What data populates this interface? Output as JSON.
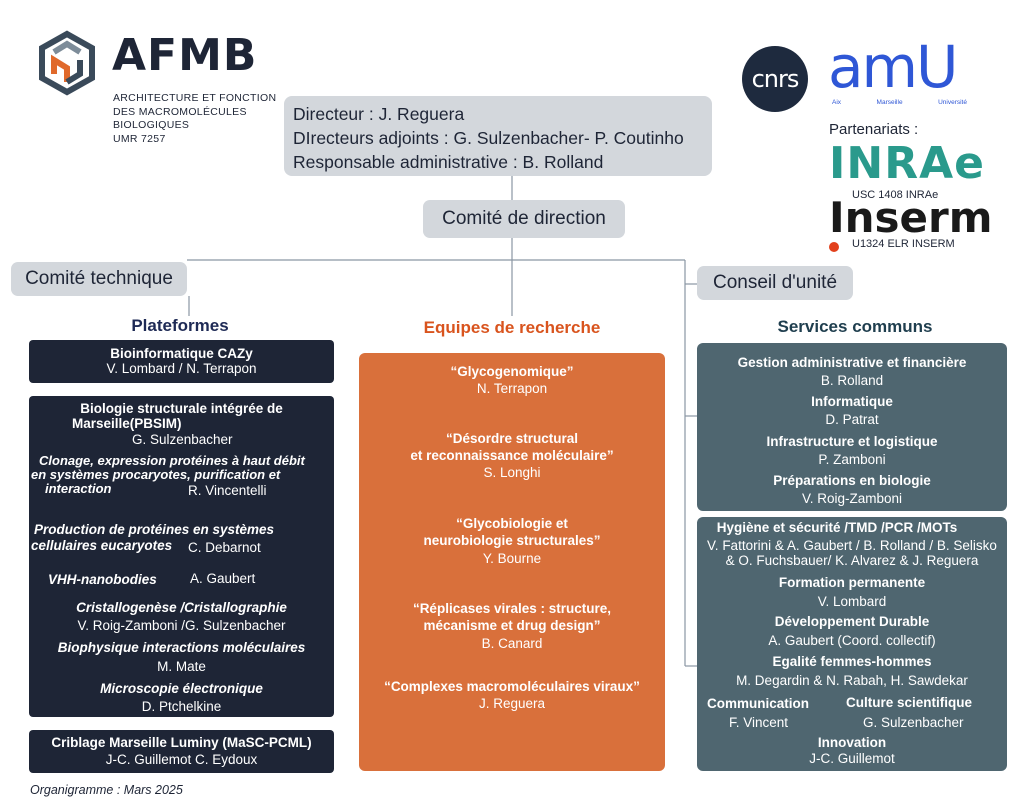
{
  "logo": {
    "name": "AFMB",
    "subtitle": [
      "ARCHITECTURE ET FONCTION",
      "DES MACROMOLÉCULES",
      "BIOLOGIQUES",
      "UMR 7257"
    ]
  },
  "partners": {
    "cnrs": "cnrs",
    "amu": "amU",
    "amu_sub": [
      "Aix",
      "Marseille",
      "Université"
    ],
    "partenariats": "Partenariats :",
    "inrae": "INRAe",
    "inrae_sub": "USC  1408 INRAe",
    "inserm": "Inserm",
    "inserm_sub": "U1324 ELR INSERM"
  },
  "direction": {
    "line1": "Directeur : J. Reguera",
    "line2": "DIrecteurs adjoints : G. Sulzenbacher- P. Coutinho",
    "line3": "Responsable administrative  : B. Rolland"
  },
  "comite_direction": "Comité de direction",
  "comite_technique": "Comité technique",
  "conseil_unite": "Conseil d'unité",
  "columns": {
    "plateformes": "Plateformes",
    "equipes": "Equipes de recherche",
    "services": "Services communs"
  },
  "plateformes": {
    "caz_title": "Bioinformatique CAZy",
    "caz_people": "V. Lombard / N. Terrapon",
    "pbsim_title1": "Biologie structurale intégrée de",
    "pbsim_title2": "Marseille(PBSIM)",
    "pbsim_people": "G. Sulzenbacher",
    "clonage1": "Clonage, expression protéines à haut débit",
    "clonage2": "en systèmes procaryotes, purification et",
    "clonage3": "interaction",
    "clonage_people": "R. Vincentelli",
    "prod1": "Production de protéines en systèmes",
    "prod2": "cellulaires eucaryotes",
    "prod_people": "C. Debarnot",
    "vhh": "VHH-nanobodies",
    "vhh_people": "A. Gaubert",
    "cristal": "Cristallogenèse /Cristallographie",
    "cristal_people": "V. Roig-Zamboni /G. Sulzenbacher",
    "biophys": "Biophysique interactions moléculaires",
    "biophys_people": "M. Mate",
    "micro": "Microscopie électronique",
    "micro_people": "D. Ptchelkine",
    "criblage_title": "Criblage Marseille Luminy (MaSC-PCML)",
    "criblage_people": "J-C. Guillemot C. Eydoux"
  },
  "equipes": [
    {
      "t1": "“Glycogenomique”",
      "t2": "",
      "people": "N. Terrapon"
    },
    {
      "t1": "“Désordre structural",
      "t2": "et reconnaissance moléculaire”",
      "people": "S. Longhi"
    },
    {
      "t1": "“Glycobiologie et",
      "t2": "neurobiologie structurales”",
      "people": "Y. Bourne"
    },
    {
      "t1": "“Réplicases virales : structure,",
      "t2": "mécanisme et drug design”",
      "people": "B. Canard"
    },
    {
      "t1": "“Complexes macromoléculaires viraux”",
      "t2": "",
      "people": "J. Reguera"
    }
  ],
  "services_a": [
    {
      "title": "Gestion administrative et financière",
      "people": "B. Rolland"
    },
    {
      "title": "Informatique",
      "people": "D. Patrat"
    },
    {
      "title": "Infrastructure et logistique",
      "people": "P. Zamboni"
    },
    {
      "title": "Préparations en biologie",
      "people": "V. Roig-Zamboni"
    }
  ],
  "services_b": {
    "hyg_title": "Hygiène et sécurité /TMD /PCR /MOTs",
    "hyg_people1": "V. Fattorini & A. Gaubert / B. Rolland / B. Selisko",
    "hyg_people2": "& O. Fuchsbauer/  K. Alvarez  &  J. Reguera",
    "form_title": "Formation permanente",
    "form_people": "V. Lombard",
    "dev_title": "Développement Durable",
    "dev_people": "A. Gaubert (Coord. collectif)",
    "ega_title": "Egalité femmes-hommes",
    "ega_people": "M. Degardin & N. Rabah, H. Sawdekar",
    "com_title": "Communication",
    "com_people": "F. Vincent",
    "cult_title": "Culture scientifique",
    "cult_people": "G. Sulzenbacher",
    "inno_title": "Innovation",
    "inno_people": "J-C. Guillemot"
  },
  "footer": "Organigramme : Mars 2025",
  "colors": {
    "navy": "#1e2536",
    "orange": "#d9703b",
    "slate": "#4f6670",
    "grey": "#d3d7dc",
    "accent_orange": "#d9541e"
  }
}
